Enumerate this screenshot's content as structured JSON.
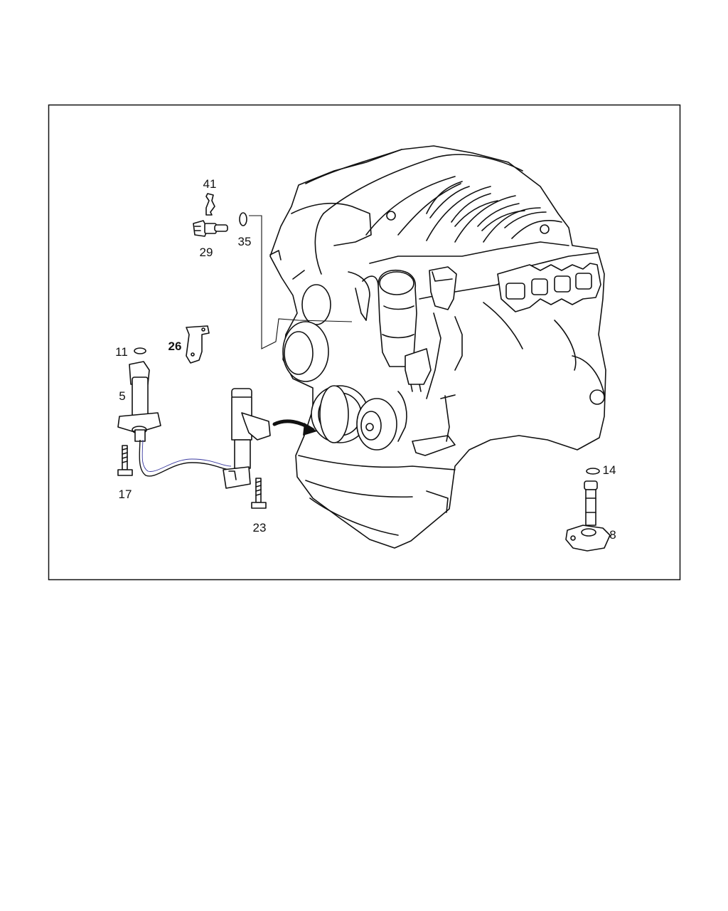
{
  "diagram": {
    "callouts": [
      {
        "id": "41",
        "label": "41"
      },
      {
        "id": "29",
        "label": "29"
      },
      {
        "id": "35",
        "label": "35"
      },
      {
        "id": "26",
        "label": "26"
      },
      {
        "id": "11",
        "label": "11"
      },
      {
        "id": "5",
        "label": "5"
      },
      {
        "id": "17",
        "label": "17"
      },
      {
        "id": "23",
        "label": "23"
      },
      {
        "id": "14",
        "label": "14"
      },
      {
        "id": "8",
        "label": "8"
      }
    ]
  }
}
